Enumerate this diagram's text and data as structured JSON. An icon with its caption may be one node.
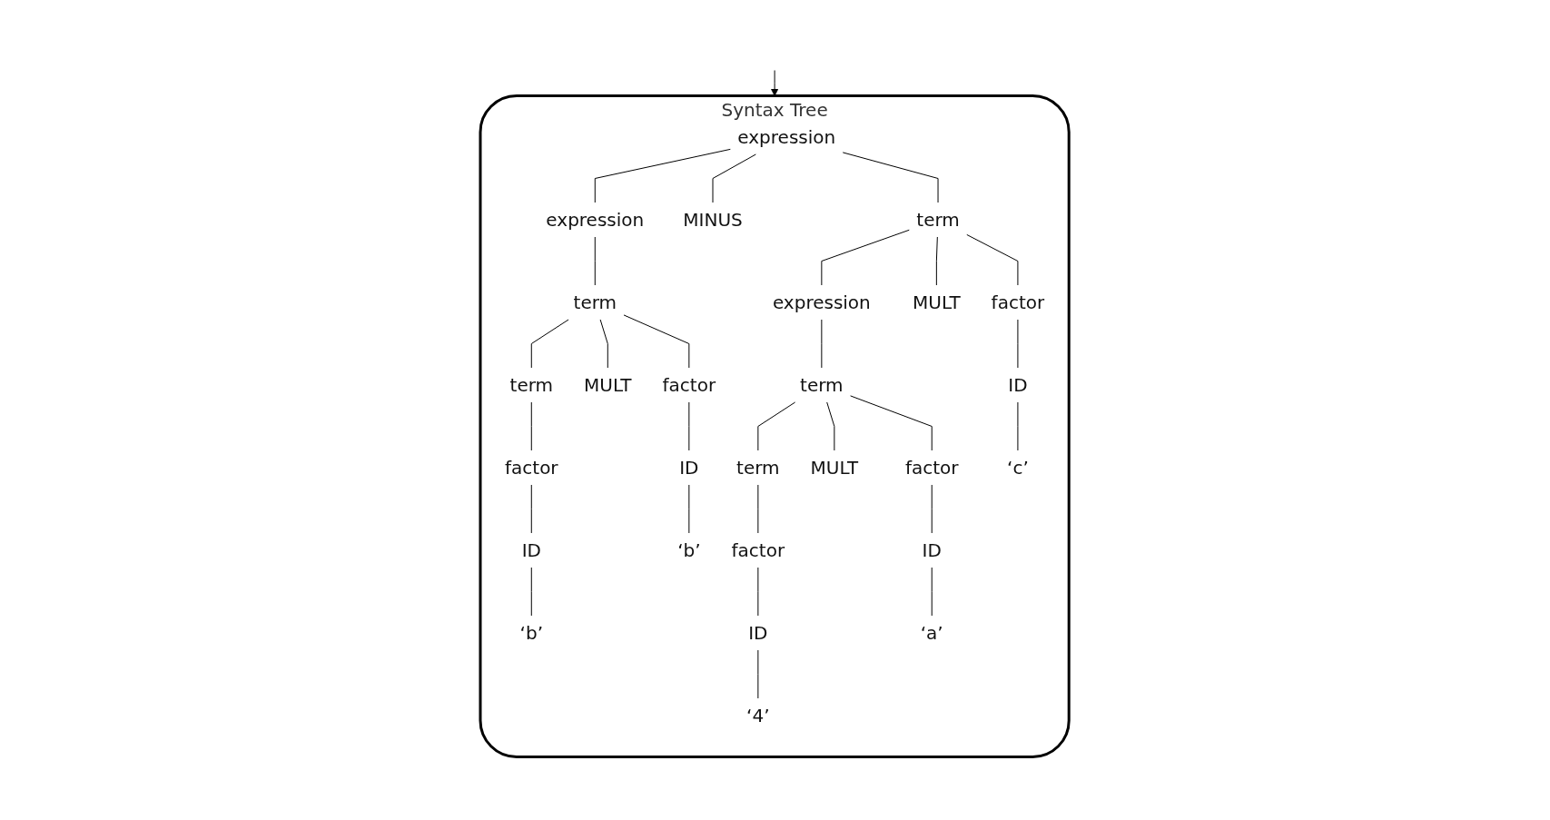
{
  "diagram": {
    "nodes": [
      {
        "text": [
          "Syntax Tree"
        ]
      },
      {
        "text": [
          "expression"
        ],
        "in": 0
      },
      {
        "text": [
          "expression"
        ],
        "in": 0
      },
      {
        "text": [
          "MINUS"
        ],
        "in": 0
      },
      {
        "text": [
          "term"
        ],
        "in": 0
      },
      {
        "text": [
          "term"
        ],
        "in": 0
      },
      {
        "text": [
          "term"
        ],
        "in": 0
      },
      {
        "text": [
          "MULT"
        ],
        "in": 0
      },
      {
        "text": [
          "factor"
        ],
        "in": 0
      },
      {
        "text": [
          "factor"
        ],
        "in": 0
      },
      {
        "text": [
          "ID"
        ],
        "in": 0
      },
      {
        "text": [
          "‘b’"
        ],
        "in": 0
      },
      {
        "text": [
          "ID"
        ],
        "in": 0
      },
      {
        "text": [
          "‘b’"
        ],
        "in": 0
      },
      {
        "text": [
          "expression"
        ],
        "in": 0
      },
      {
        "text": [
          "MULT"
        ],
        "in": 0
      },
      {
        "text": [
          "factor"
        ],
        "in": 0
      },
      {
        "text": [
          "term"
        ],
        "in": 0
      },
      {
        "text": [
          "term"
        ],
        "in": 0
      },
      {
        "text": [
          "MULT"
        ],
        "in": 0
      },
      {
        "text": [
          "factor"
        ],
        "in": 0
      },
      {
        "text": [
          "factor"
        ],
        "in": 0
      },
      {
        "text": [
          "ID"
        ],
        "in": 0
      },
      {
        "text": [
          "‘4’"
        ],
        "in": 0
      },
      {
        "text": [
          "ID"
        ],
        "in": 0
      },
      {
        "text": [
          "‘a’"
        ],
        "in": 0
      },
      {
        "text": [
          "ID"
        ],
        "in": 0
      },
      {
        "text": [
          "‘c’"
        ],
        "in": 0
      }
    ],
    "edges": [
      {
        "from": null,
        "to": 0,
        "arrow": "to"
      },
      {
        "from": 1,
        "to": 2,
        "arrow": "none"
      },
      {
        "from": 1,
        "to": 3,
        "arrow": "none"
      },
      {
        "from": 1,
        "to": 4,
        "arrow": "none"
      },
      {
        "from": 2,
        "to": 5,
        "arrow": "none"
      },
      {
        "from": 5,
        "to": 6,
        "arrow": "none"
      },
      {
        "from": 5,
        "to": 7,
        "arrow": "none"
      },
      {
        "from": 5,
        "to": 8,
        "arrow": "none"
      },
      {
        "from": 6,
        "to": 9,
        "arrow": "none"
      },
      {
        "from": 9,
        "to": 10,
        "arrow": "none"
      },
      {
        "from": 10,
        "to": 11,
        "arrow": "none"
      },
      {
        "from": 8,
        "to": 12,
        "arrow": "none"
      },
      {
        "from": 12,
        "to": 13,
        "arrow": "none"
      },
      {
        "from": 4,
        "to": 14,
        "arrow": "none"
      },
      {
        "from": 4,
        "to": 15,
        "arrow": "none"
      },
      {
        "from": 4,
        "to": 16,
        "arrow": "none"
      },
      {
        "from": 14,
        "to": 17,
        "arrow": "none"
      },
      {
        "from": 17,
        "to": 18,
        "arrow": "none"
      },
      {
        "from": 17,
        "to": 19,
        "arrow": "none"
      },
      {
        "from": 17,
        "to": 20,
        "arrow": "none"
      },
      {
        "from": 18,
        "to": 21,
        "arrow": "none"
      },
      {
        "from": 21,
        "to": 22,
        "arrow": "none"
      },
      {
        "from": 22,
        "to": 23,
        "arrow": "none"
      },
      {
        "from": 20,
        "to": 24,
        "arrow": "none"
      },
      {
        "from": 24,
        "to": 25,
        "arrow": "none"
      },
      {
        "from": 16,
        "to": 26,
        "arrow": "none"
      },
      {
        "from": 26,
        "to": 27,
        "arrow": "none"
      }
    ]
  }
}
